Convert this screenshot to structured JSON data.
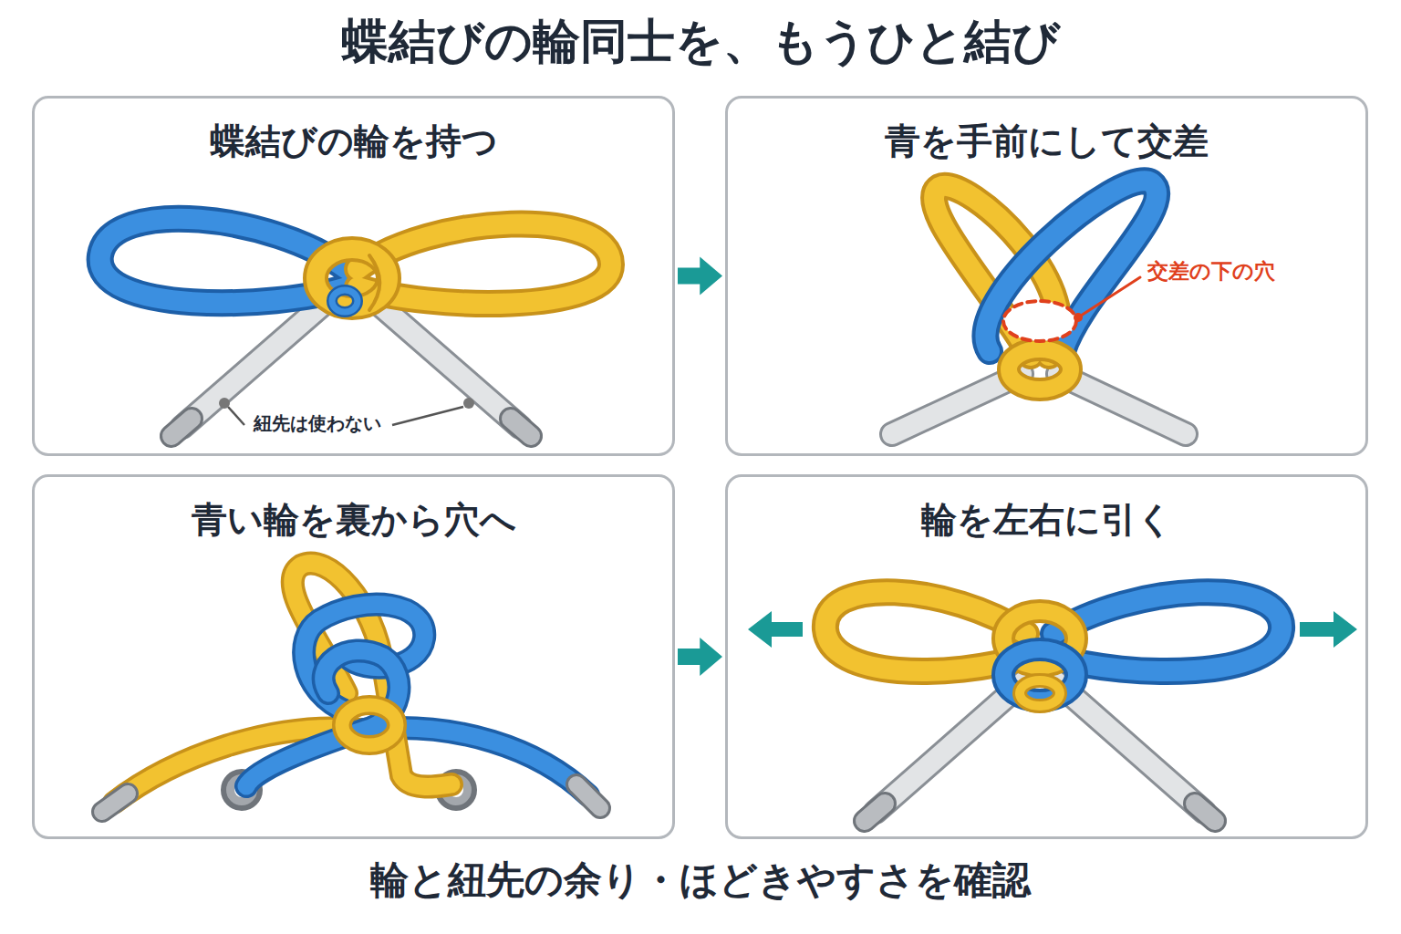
{
  "diagram": {
    "title": "蝶結びの輪同士を、もうひと結び",
    "caption": "輪と紐先の余り・ほどきやすさを確認",
    "nodes": [
      {
        "text": [
          "蝶結びの輪を持つ"
        ]
      },
      {
        "text": [
          "青を手前にして交差"
        ]
      },
      {
        "text": [
          "青い輪を裏から穴へ"
        ]
      },
      {
        "text": [
          "輪を左右に引く"
        ]
      }
    ],
    "edges": [
      {
        "from": 0,
        "to": 1,
        "arrow": "to"
      },
      {
        "from": 2,
        "to": 3,
        "arrow": "to"
      }
    ],
    "labels": [
      "紐先は使わない",
      "交差の下の穴"
    ]
  }
}
